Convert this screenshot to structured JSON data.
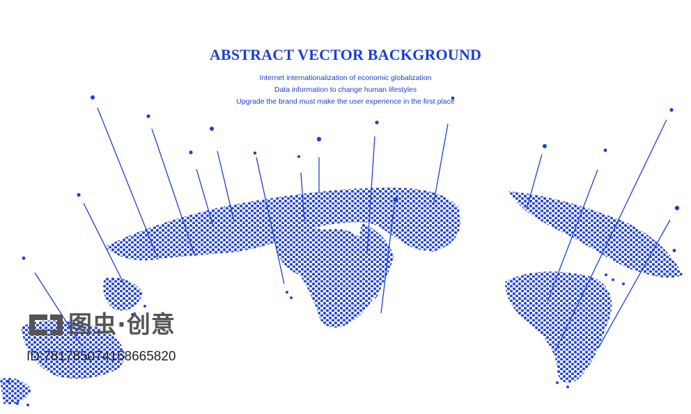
{
  "header": {
    "title": "ABSTRACT VECTOR BACKGROUND",
    "lines": [
      "Internet internationalization of economic globalization",
      "Data information to change human lifestyles",
      "Upgrade the brand must make the user experience in the first place"
    ]
  },
  "watermark": {
    "brand": "图虫·创意",
    "id_text": "ID:781785074158665820"
  },
  "colors": {
    "accent": "#1a3fd6",
    "dot": "#2244dd",
    "watermark": "#555555",
    "background": "#ffffff"
  },
  "icons": {
    "logo": "tuchong-logo-icon"
  }
}
